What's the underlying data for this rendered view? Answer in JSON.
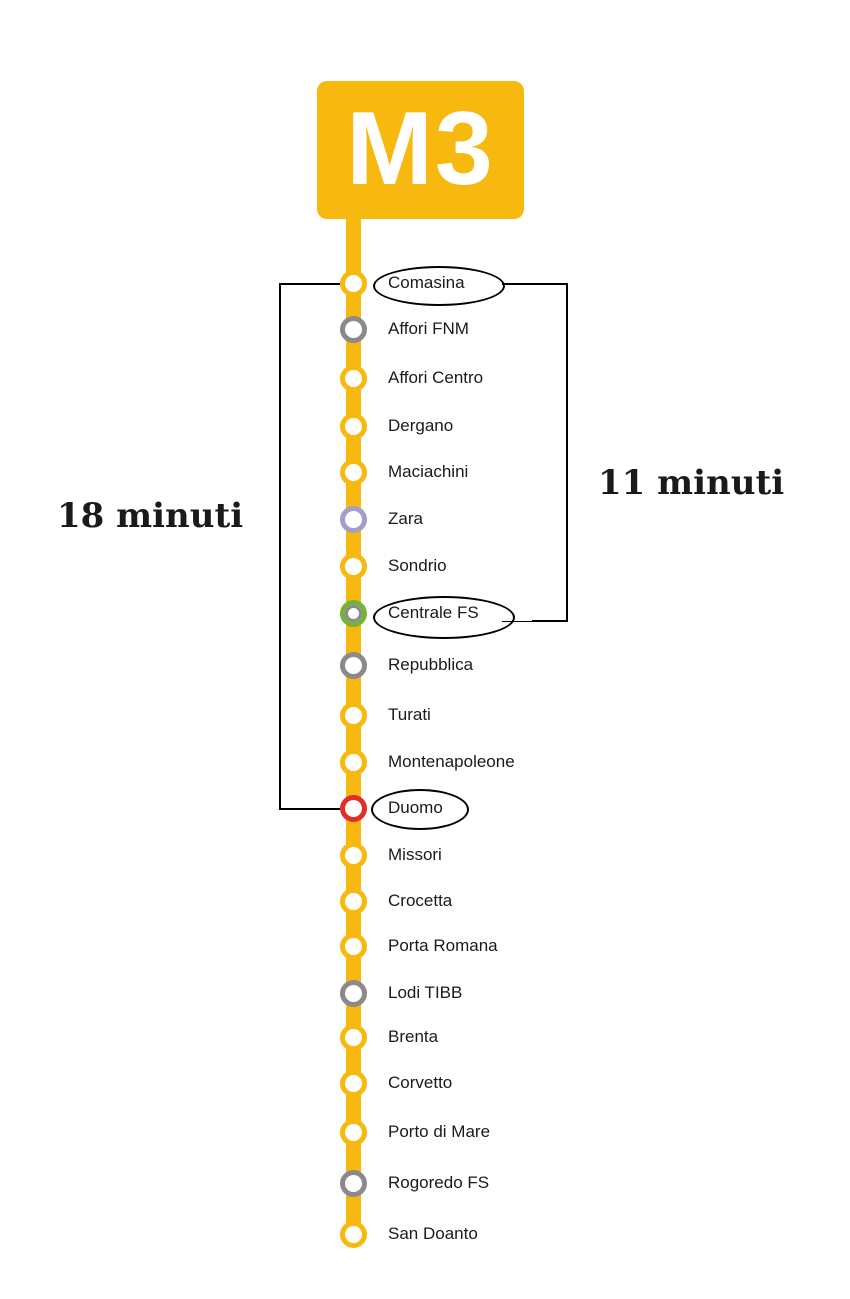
{
  "line": {
    "name": "M3",
    "color": "#f7b810"
  },
  "stations": [
    {
      "name": "Comasina",
      "type": "regular",
      "highlighted": true
    },
    {
      "name": "Affori FNM",
      "type": "interchange-rail"
    },
    {
      "name": "Affori Centro",
      "type": "regular"
    },
    {
      "name": "Dergano",
      "type": "regular"
    },
    {
      "name": "Maciachini",
      "type": "regular"
    },
    {
      "name": "Zara",
      "type": "interchange-m5"
    },
    {
      "name": "Sondrio",
      "type": "regular"
    },
    {
      "name": "Centrale FS",
      "type": "interchange-m2-rail",
      "highlighted": true
    },
    {
      "name": "Repubblica",
      "type": "interchange-rail"
    },
    {
      "name": "Turati",
      "type": "regular"
    },
    {
      "name": "Montenapoleone",
      "type": "regular"
    },
    {
      "name": "Duomo",
      "type": "interchange-m1",
      "highlighted": true
    },
    {
      "name": "Missori",
      "type": "regular"
    },
    {
      "name": "Crocetta",
      "type": "regular"
    },
    {
      "name": "Porta Romana",
      "type": "regular"
    },
    {
      "name": "Lodi TIBB",
      "type": "interchange-rail"
    },
    {
      "name": "Brenta",
      "type": "regular"
    },
    {
      "name": "Corvetto",
      "type": "regular"
    },
    {
      "name": "Porto di Mare",
      "type": "regular"
    },
    {
      "name": "Rogoredo FS",
      "type": "interchange-rail"
    },
    {
      "name": "San Doanto",
      "type": "regular"
    }
  ],
  "annotations": {
    "left_duration": "18 minuti",
    "left_span": "Comasina – Duomo",
    "right_duration": "11 minuti",
    "right_span": "Comasina – Centrale FS"
  },
  "colors": {
    "line_yellow": "#f7b810",
    "interchange_grey": "#8a8a8a",
    "m5_purple": "#a49cc9",
    "m1_red": "#e32d2d",
    "m2_green": "#74b23a"
  }
}
